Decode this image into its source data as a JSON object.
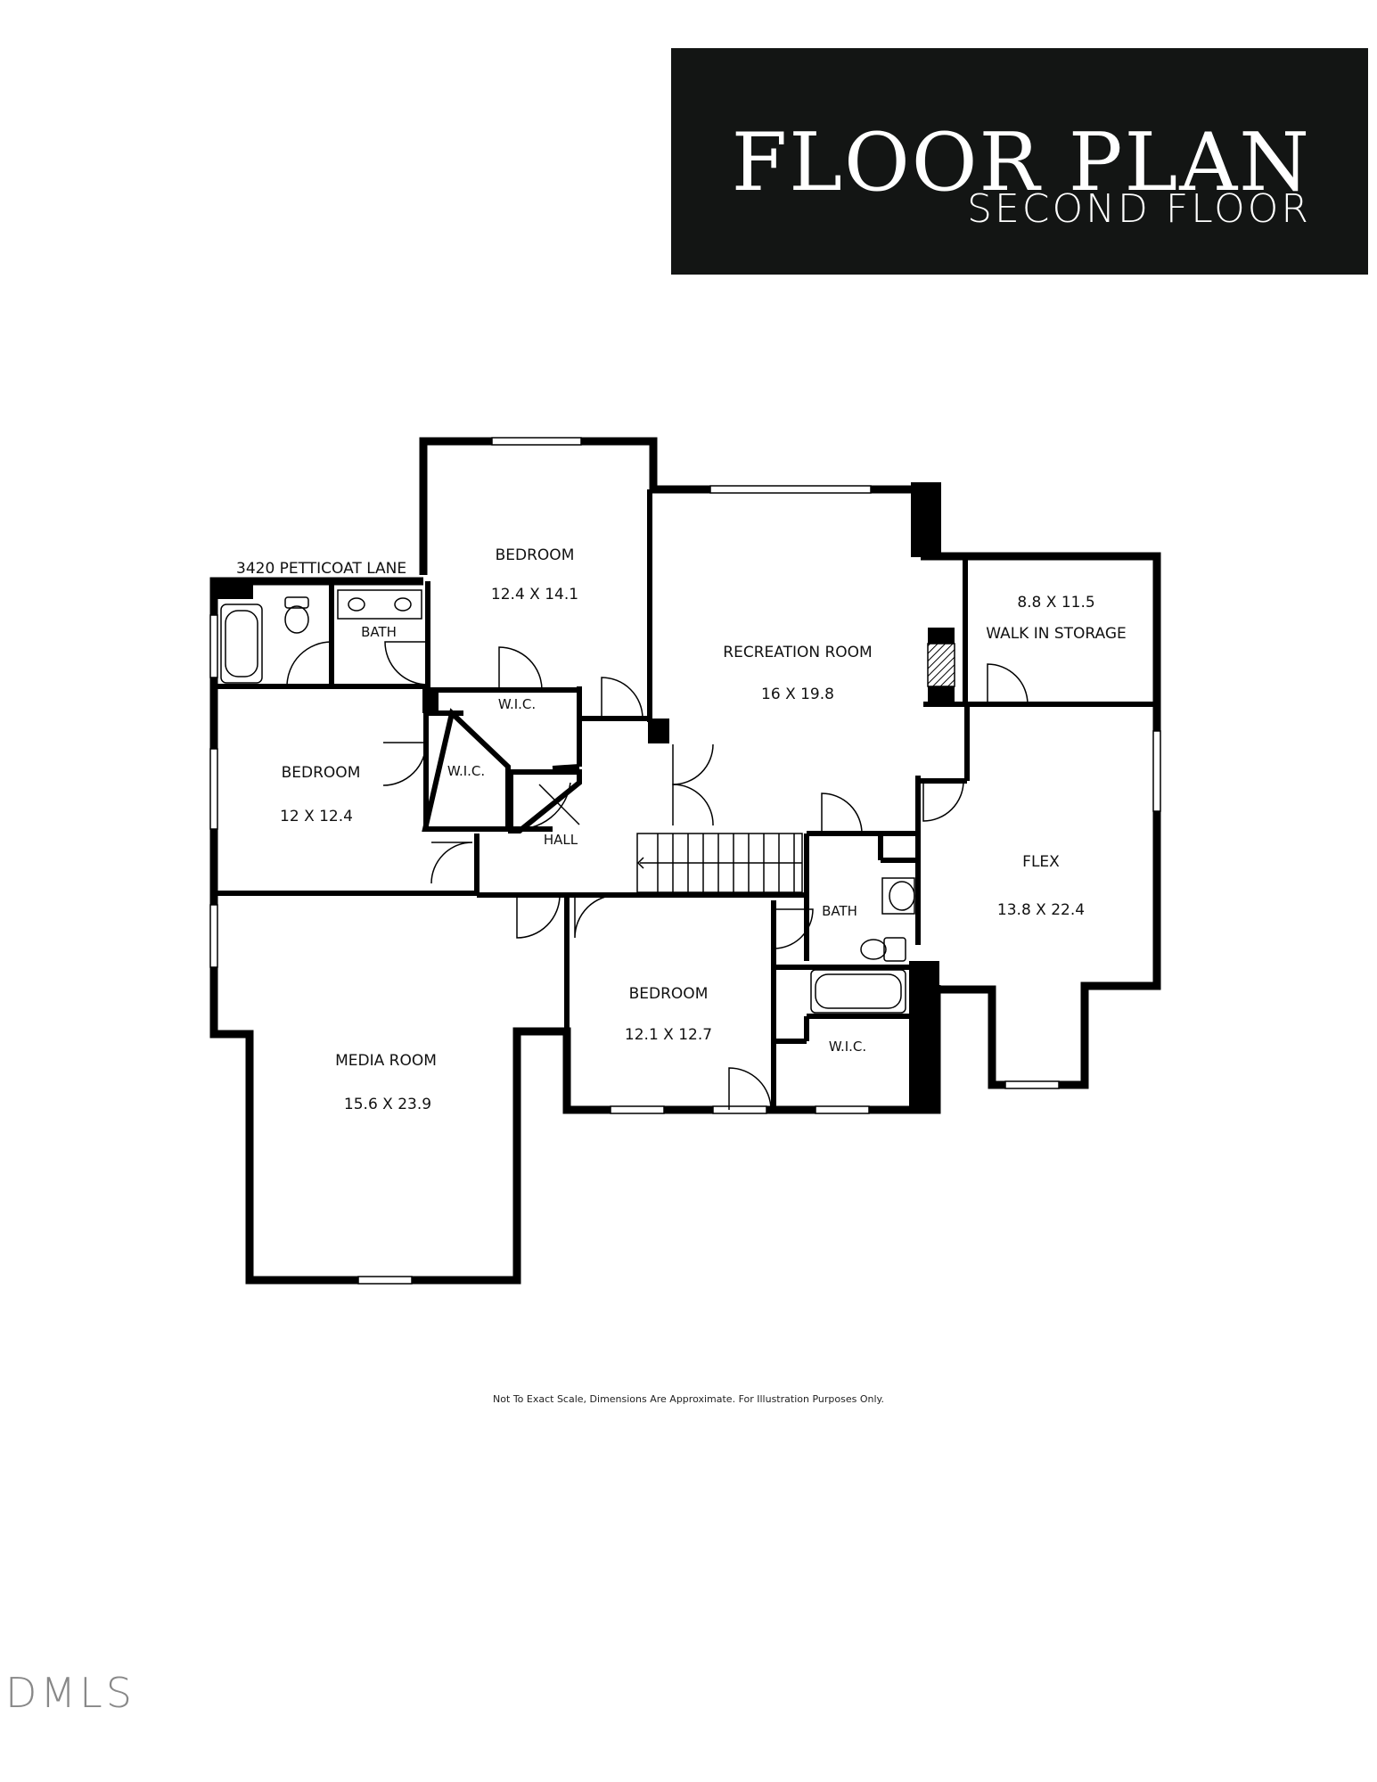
{
  "header": {
    "title": "FLOOR PLAN",
    "subtitle": "SECOND FLOOR"
  },
  "address": "3420 PETTICOAT LANE",
  "rooms": [
    {
      "id": "bedroom-top",
      "name": "BEDROOM",
      "dims": "12.4 X 14.1"
    },
    {
      "id": "recreation",
      "name": "RECREATION ROOM",
      "dims": "16 X 19.8"
    },
    {
      "id": "walk-in-storage",
      "name": "WALK IN STORAGE",
      "dims": "8.8 X 11.5"
    },
    {
      "id": "bath-left",
      "name": "BATH",
      "dims": ""
    },
    {
      "id": "wic-top",
      "name": "W.I.C.",
      "dims": ""
    },
    {
      "id": "wic-left",
      "name": "W.I.C.",
      "dims": ""
    },
    {
      "id": "bedroom-left",
      "name": "BEDROOM",
      "dims": "12 X 12.4"
    },
    {
      "id": "hall",
      "name": "HALL",
      "dims": ""
    },
    {
      "id": "flex",
      "name": "FLEX",
      "dims": "13.8 X 22.4"
    },
    {
      "id": "bath-right",
      "name": "BATH",
      "dims": ""
    },
    {
      "id": "bedroom-bottom",
      "name": "BEDROOM",
      "dims": "12.1 X 12.7"
    },
    {
      "id": "wic-right",
      "name": "W.I.C.",
      "dims": ""
    },
    {
      "id": "media",
      "name": "MEDIA ROOM",
      "dims": "15.6 X 23.9"
    }
  ],
  "disclaimer": "Not To Exact Scale, Dimensions Are Approximate. For Illustration Purposes Only.",
  "logo": "DMLS",
  "colors": {
    "wall": "#000000",
    "title_bg": "#131514",
    "title_text": "#ffffff"
  }
}
